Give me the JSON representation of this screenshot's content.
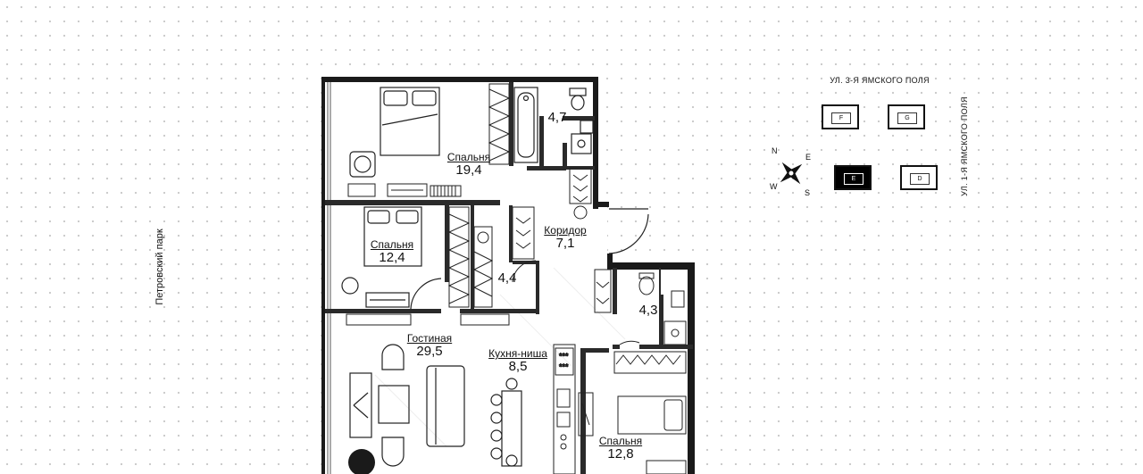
{
  "plan": {
    "side_label": "Петровский парк",
    "rooms": [
      {
        "name": "Спальня",
        "area": "19,4"
      },
      {
        "name": "",
        "area": "4,7"
      },
      {
        "name": "Спальня",
        "area": "12,4"
      },
      {
        "name": "",
        "area": "4,4"
      },
      {
        "name": "Коридор",
        "area": "7,1"
      },
      {
        "name": "",
        "area": "4,3"
      },
      {
        "name": "Гостиная",
        "area": "29,5"
      },
      {
        "name": "Кухня-ниша",
        "area": "8,5"
      },
      {
        "name": "Спальня",
        "area": "12,8"
      }
    ]
  },
  "site": {
    "street_top": "УЛ. 3-Я ЯМСКОГО ПОЛЯ",
    "street_right": "УЛ. 1-Я ЯМСКОГО ПОЛЯ",
    "compass": {
      "n": "N",
      "e": "E",
      "s": "S",
      "w": "W"
    },
    "buildings": [
      {
        "letter": "F",
        "active": false
      },
      {
        "letter": "G",
        "active": false
      },
      {
        "letter": "E",
        "active": true
      },
      {
        "letter": "D",
        "active": false
      }
    ]
  }
}
